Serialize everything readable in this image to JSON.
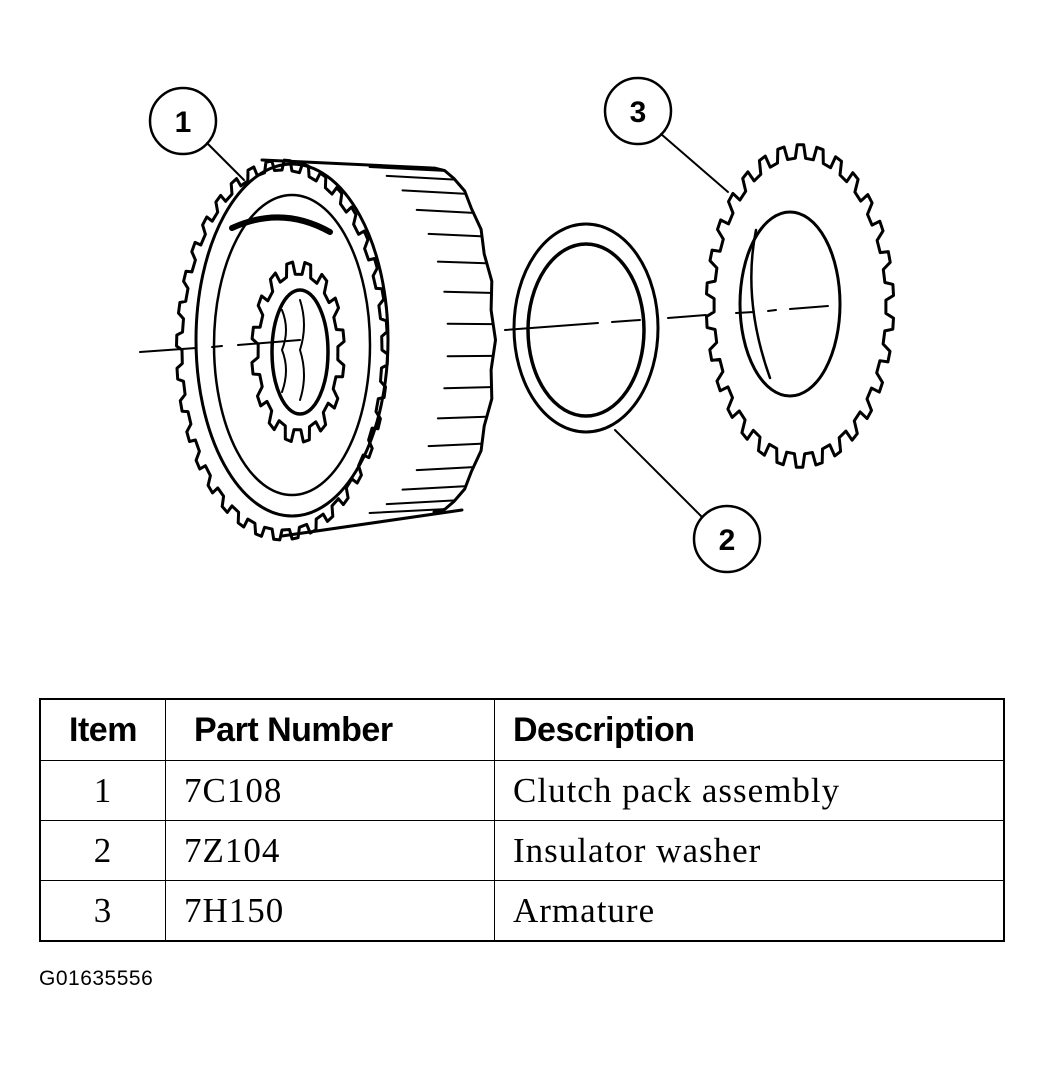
{
  "callouts": [
    {
      "number": "1"
    },
    {
      "number": "2"
    },
    {
      "number": "3"
    }
  ],
  "table": {
    "headers": {
      "item": "Item",
      "part_number": "Part Number",
      "description": "Description"
    },
    "rows": [
      {
        "item": "1",
        "part_number": "7C108",
        "description": "Clutch pack assembly"
      },
      {
        "item": "2",
        "part_number": "7Z104",
        "description": "Insulator washer"
      },
      {
        "item": "3",
        "part_number": "7H150",
        "description": "Armature"
      }
    ]
  },
  "figure_code": "G01635556"
}
